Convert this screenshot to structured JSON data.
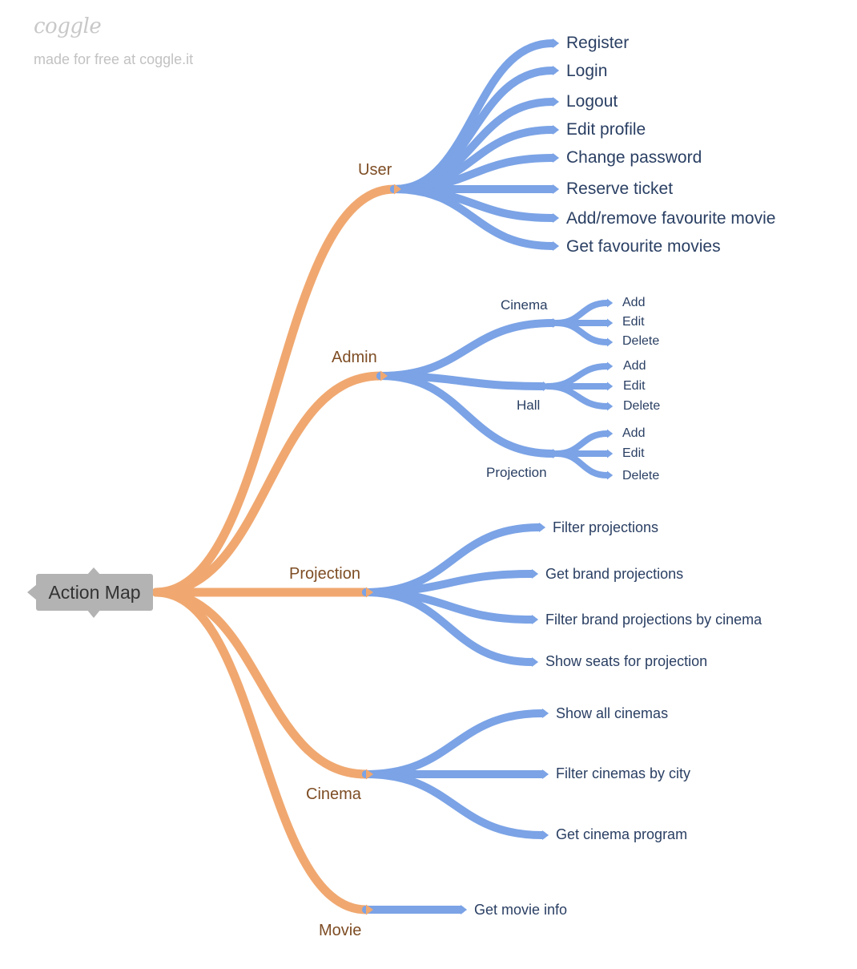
{
  "brand": {
    "logo": "coggle",
    "tagline": "made for free at coggle.it"
  },
  "colors": {
    "primary_branch": "#f0a870",
    "secondary_branch": "#7ba3e6",
    "root_box": "#b3b3b3",
    "primary_text": "#7e4d24",
    "secondary_text": "#2a3f63"
  },
  "root": {
    "label": "Action Map"
  },
  "branches": {
    "user": {
      "label": "User",
      "children": [
        "Register",
        "Login",
        "Logout",
        "Edit profile",
        "Change password",
        "Reserve ticket",
        "Add/remove favourite movie",
        "Get favourite movies"
      ]
    },
    "admin": {
      "label": "Admin",
      "cinema": {
        "label": "Cinema",
        "children": [
          "Add",
          "Edit",
          "Delete"
        ]
      },
      "hall": {
        "label": "Hall",
        "children": [
          "Add",
          "Edit",
          "Delete"
        ]
      },
      "projection": {
        "label": "Projection",
        "children": [
          "Add",
          "Edit",
          "Delete"
        ]
      }
    },
    "projection": {
      "label": "Projection",
      "children": [
        "Filter projections",
        "Get brand projections",
        "Filter brand projections by cinema",
        "Show seats for projection"
      ]
    },
    "cinema": {
      "label": "Cinema",
      "children": [
        "Show all cinemas",
        "Filter cinemas by city",
        "Get cinema program"
      ]
    },
    "movie": {
      "label": "Movie",
      "children": [
        "Get movie info"
      ]
    }
  }
}
